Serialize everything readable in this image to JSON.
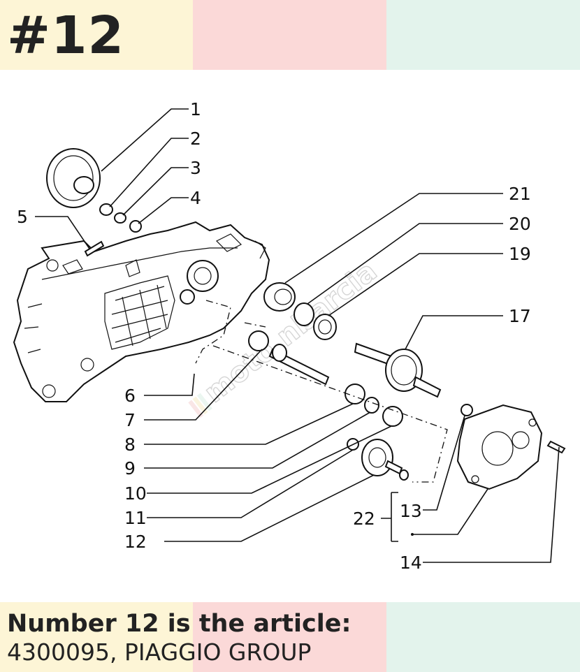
{
  "title": "#12",
  "caption": {
    "line1": "Number 12 is the article:",
    "line2": "4300095, PIAGGIO GROUP"
  },
  "diagram": {
    "watermark": "moto.nbarcia",
    "labels": [
      "1",
      "2",
      "3",
      "4",
      "5",
      "6",
      "7",
      "8",
      "9",
      "10",
      "11",
      "12",
      "13",
      "14",
      "17",
      "19",
      "20",
      "21",
      "22"
    ]
  },
  "colors": {
    "band_yellow": "#fdf5d6",
    "band_pink": "#fbd9d8",
    "band_green": "#e3f3ec"
  }
}
